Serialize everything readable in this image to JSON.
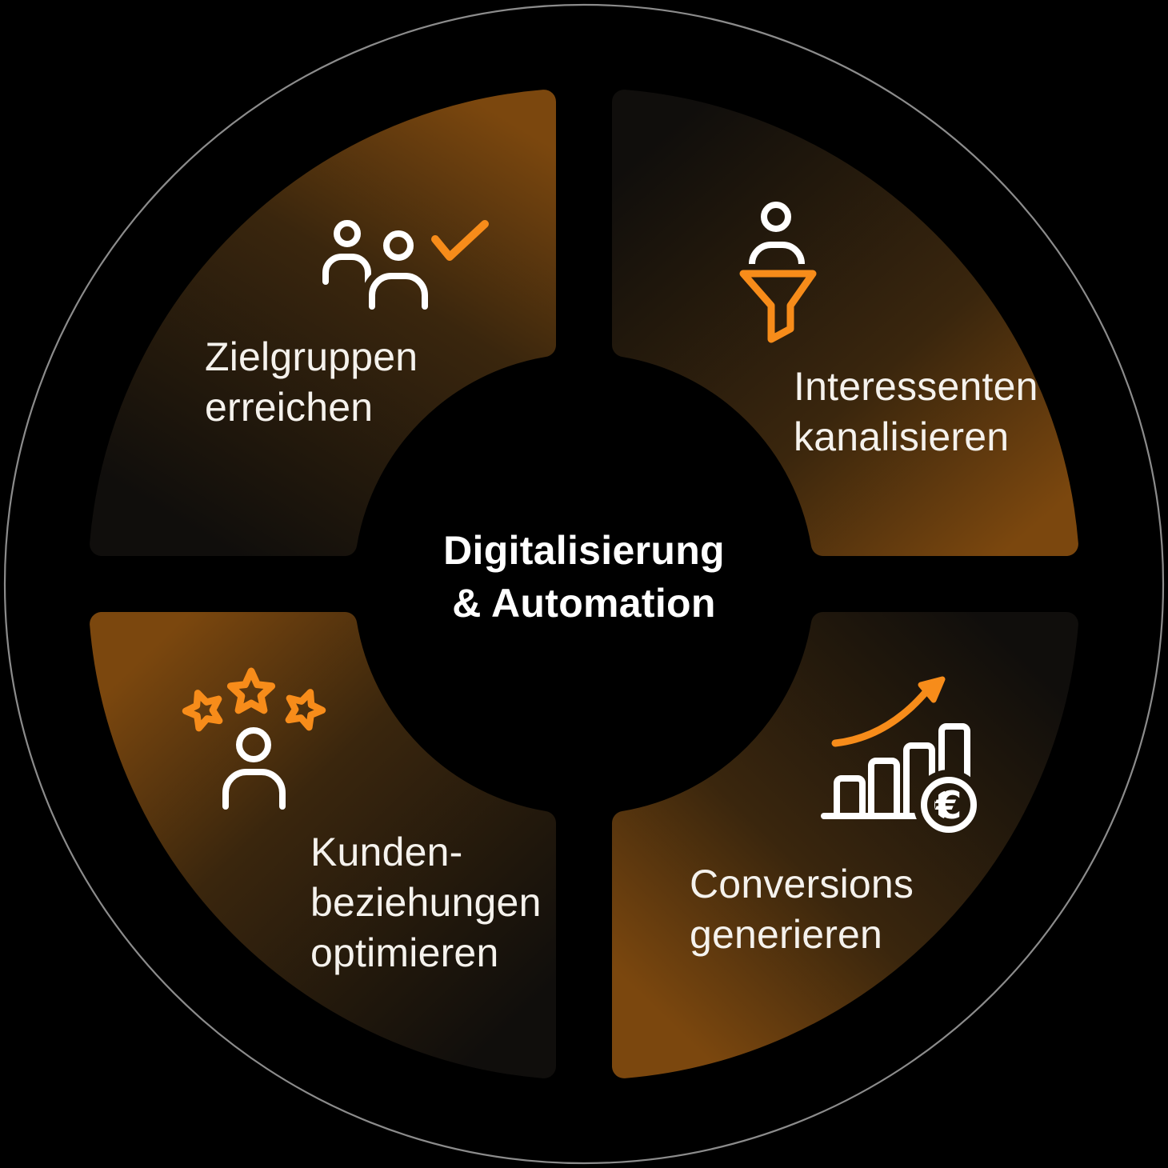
{
  "center": {
    "title_line1": "Digitalisierung",
    "title_line2": "& Automation"
  },
  "quadrants": [
    {
      "id": "top-left",
      "icon": "users-check-icon",
      "label_line1": "Zielgruppen",
      "label_line2": "erreichen"
    },
    {
      "id": "top-right",
      "icon": "person-funnel-icon",
      "label_line1": "Interessenten",
      "label_line2": "kanalisieren"
    },
    {
      "id": "bottom-left",
      "icon": "stars-person-icon",
      "label_line1": "Kunden-",
      "label_line2": "beziehungen",
      "label_line3": "optimieren"
    },
    {
      "id": "bottom-right",
      "icon": "chart-growth-euro-icon",
      "label_line1": "Conversions",
      "label_line2": "generieren"
    }
  ],
  "icons": {
    "euro_symbol": "€"
  },
  "colors": {
    "background": "#000000",
    "accent": "#F78C1A",
    "quadrant_bright": "#7B470E",
    "quadrant_mid": "#3A260D",
    "quadrant_dark": "#100E0C",
    "ring": "#8C8C8C",
    "icon_stroke": "#FFFFFF",
    "label_text": "#F5F2ED",
    "title_text": "#FFFFFF"
  }
}
